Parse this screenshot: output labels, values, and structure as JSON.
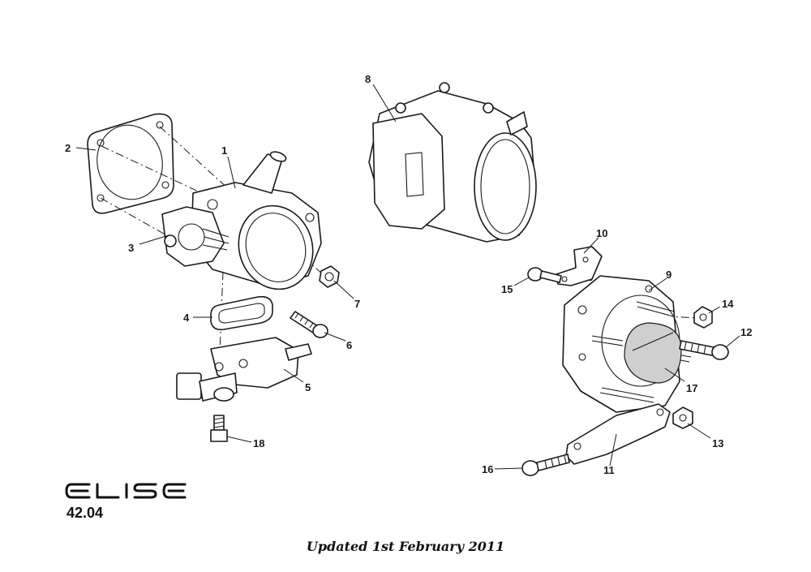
{
  "model": "ELISE",
  "page_code": "42.04",
  "updated_text": "Updated 1st February 2011",
  "callouts": [
    {
      "id": "1",
      "label": "1"
    },
    {
      "id": "2",
      "label": "2"
    },
    {
      "id": "3",
      "label": "3"
    },
    {
      "id": "4",
      "label": "4"
    },
    {
      "id": "5",
      "label": "5"
    },
    {
      "id": "6",
      "label": "6"
    },
    {
      "id": "7",
      "label": "7"
    },
    {
      "id": "8",
      "label": "8"
    },
    {
      "id": "9",
      "label": "9"
    },
    {
      "id": "10",
      "label": "10"
    },
    {
      "id": "11",
      "label": "11"
    },
    {
      "id": "12",
      "label": "12"
    },
    {
      "id": "13",
      "label": "13"
    },
    {
      "id": "14",
      "label": "14"
    },
    {
      "id": "15",
      "label": "15"
    },
    {
      "id": "16",
      "label": "16"
    },
    {
      "id": "17",
      "label": "17"
    },
    {
      "id": "18",
      "label": "18"
    }
  ],
  "colors": {
    "line": "#1a1a1a",
    "shade": "#cfcfcf",
    "background": "#ffffff"
  }
}
